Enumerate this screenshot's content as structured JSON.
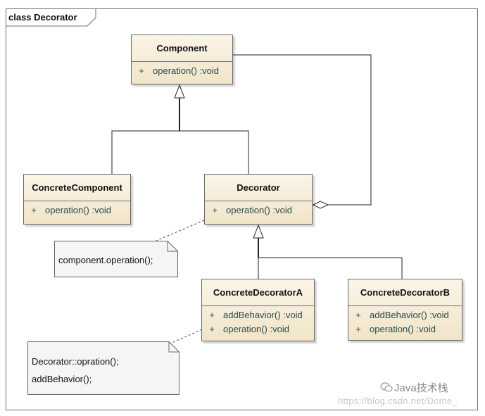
{
  "frame": {
    "title": "class Decorator"
  },
  "classes": {
    "component": {
      "name": "Component",
      "ops": [
        {
          "vis": "+",
          "sig": "operation()  :void"
        }
      ]
    },
    "concrete_component": {
      "name": "ConcreteComponent",
      "ops": [
        {
          "vis": "+",
          "sig": "operation()  :void"
        }
      ]
    },
    "decorator": {
      "name": "Decorator",
      "ops": [
        {
          "vis": "+",
          "sig": "operation()  :void"
        }
      ]
    },
    "concrete_decorator_a": {
      "name": "ConcreteDecoratorA",
      "ops": [
        {
          "vis": "+",
          "sig": "addBehavior()  :void"
        },
        {
          "vis": "+",
          "sig": "operation()  :void"
        }
      ]
    },
    "concrete_decorator_b": {
      "name": "ConcreteDecoratorB",
      "ops": [
        {
          "vis": "+",
          "sig": "addBehavior()  :void"
        },
        {
          "vis": "+",
          "sig": "operation()  :void"
        }
      ]
    }
  },
  "notes": {
    "decorator_note": {
      "lines": [
        "component.operation();"
      ]
    },
    "concrete_a_note": {
      "lines": [
        "Decorator::opration();",
        "addBehavior();"
      ]
    }
  },
  "watermark": {
    "brand": "Java技术栈",
    "url": "https://blog.csdn.net/Dome_"
  },
  "colors": {
    "class_fill_top": "#fbf5e8",
    "class_fill_bottom": "#f1e4c8",
    "line": "#333333",
    "note_fill": "#f5f5f7"
  }
}
